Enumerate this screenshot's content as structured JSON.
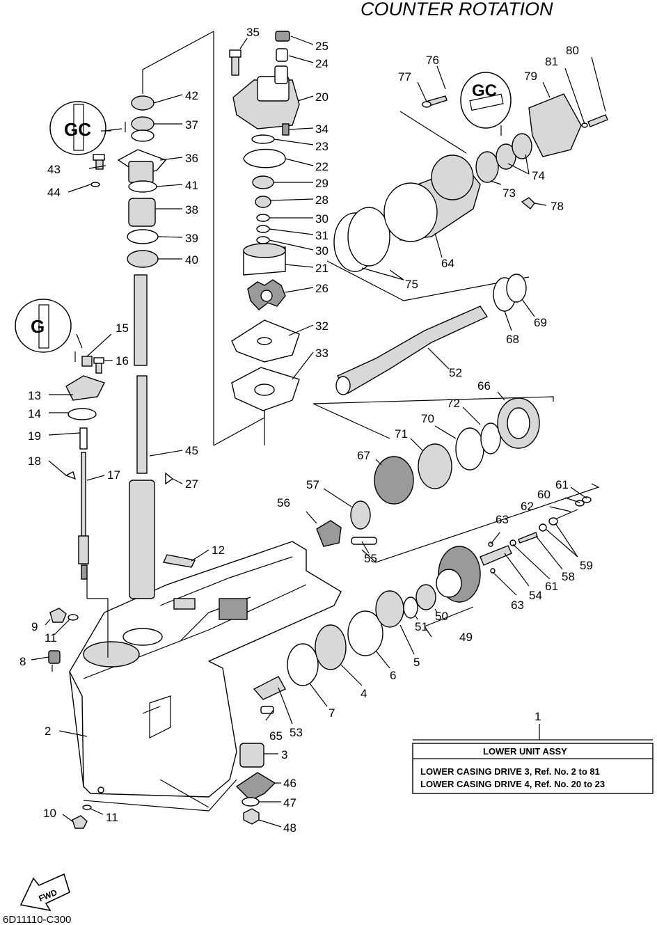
{
  "title": "COUNTER  ROTATION",
  "diagram_code": "6D11110-C300",
  "fwd_label": "FWD",
  "assembly_box": {
    "ref": "1",
    "heading": "LOWER  UNIT  ASSY",
    "line1": "LOWER CASING DRIVE 3,  Ref. No. 2 to 81",
    "line2": "LOWER CASING DRIVE 4,  Ref. No. 20 to 23"
  },
  "callouts": {
    "c35": "35",
    "c25": "25",
    "c24": "24",
    "c20": "20",
    "c34": "34",
    "c23": "23",
    "c22": "22",
    "c29": "29",
    "c28": "28",
    "c30a": "30",
    "c31": "31",
    "c30b": "30",
    "c21": "21",
    "c26": "26",
    "c32": "32",
    "c33": "33",
    "c42": "42",
    "c37": "37",
    "c43": "43",
    "c36": "36",
    "c44": "44",
    "c41": "41",
    "c38": "38",
    "c39": "39",
    "c40": "40",
    "c15": "15",
    "c16": "16",
    "c13": "13",
    "c14": "14",
    "c19": "19",
    "c18": "18",
    "c17": "17",
    "c45": "45",
    "c27": "27",
    "c12": "12",
    "c9": "9",
    "c11a": "11",
    "c8": "8",
    "c2": "2",
    "c10": "10",
    "c11b": "11",
    "c53": "53",
    "c65": "65",
    "c3": "3",
    "c46": "46",
    "c47": "47",
    "c48": "48",
    "c7": "7",
    "c4": "4",
    "c6": "6",
    "c5": "5",
    "c51": "51",
    "c50": "50",
    "c49": "49",
    "c63a": "63",
    "c54": "54",
    "c61a": "61",
    "c58": "58",
    "c59": "59",
    "c63b": "63",
    "c62": "62",
    "c60": "60",
    "c61b": "61",
    "c56": "56",
    "c57": "57",
    "c55": "55",
    "c67": "67",
    "c71": "71",
    "c70": "70",
    "c72": "72",
    "c66": "66",
    "c52": "52",
    "c68": "68",
    "c69": "69",
    "c75": "75",
    "c64": "64",
    "c73": "73",
    "c74": "74",
    "c78": "78",
    "c77": "77",
    "c76": "76",
    "c79": "79",
    "c81": "81",
    "c80": "80"
  },
  "icons": [
    "grease-icon-a",
    "grease-icon-b",
    "grease-icon-c",
    "fwd-arrow-icon"
  ]
}
